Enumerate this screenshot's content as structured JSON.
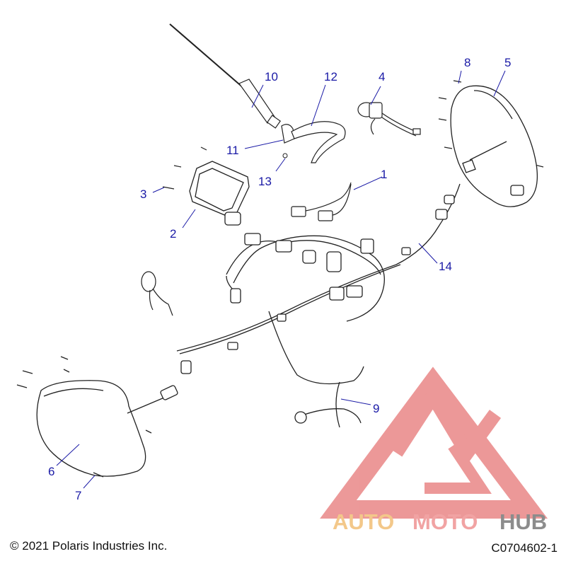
{
  "callouts": [
    "1",
    "2",
    "3",
    "4",
    "5",
    "6",
    "7",
    "8",
    "9",
    "10",
    "11",
    "12",
    "13",
    "14"
  ],
  "footer": {
    "copyright": "© 2021 Polaris Industries Inc.",
    "code": "C0704602-1"
  },
  "watermark": {
    "part1": "AUTO",
    "part2": "MOTO",
    "part3": "HUB",
    "colors": {
      "auto": "#f3c88a",
      "moto": "#f1a3a3",
      "hub": "#8c8c8c",
      "logo": "#e98787"
    }
  },
  "colors": {
    "callout": "#1a1aa6",
    "line": "#222222"
  }
}
